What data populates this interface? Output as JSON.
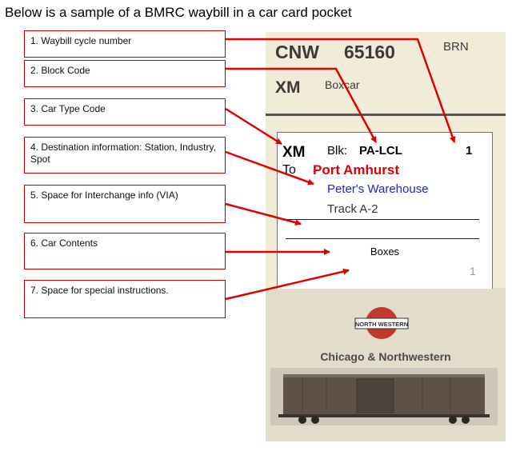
{
  "page": {
    "title": "Below is a sample of a BMRC waybill in a car card pocket"
  },
  "labels": [
    "1. Waybill cycle number",
    "2. Block Code",
    "3. Car Type Code",
    "4. Destination information: Station, Industry, Spot",
    "5. Space for Interchange info (VIA)",
    "6. Car Contents",
    "7. Space for special instructions."
  ],
  "car_card": {
    "road": "CNW",
    "number": "65160",
    "station": "BRN",
    "type_code": "XM",
    "type_name": "Boxcar",
    "railroad_name": "Chicago & Northwestern",
    "logo_text": "NORTH WESTERN"
  },
  "waybill": {
    "car_type": "XM",
    "block_label": "Blk:",
    "block_code": "PA-LCL",
    "cycle": "1",
    "to_label": "To",
    "destination": "Port Amhurst",
    "industry": "Peter's Warehouse",
    "spot": "Track A-2",
    "contents": "Boxes",
    "count": "1"
  },
  "colors": {
    "arrow": "#e00000",
    "destination": "#e00000",
    "industry": "#2222cc",
    "card": "#f1ecd8"
  }
}
